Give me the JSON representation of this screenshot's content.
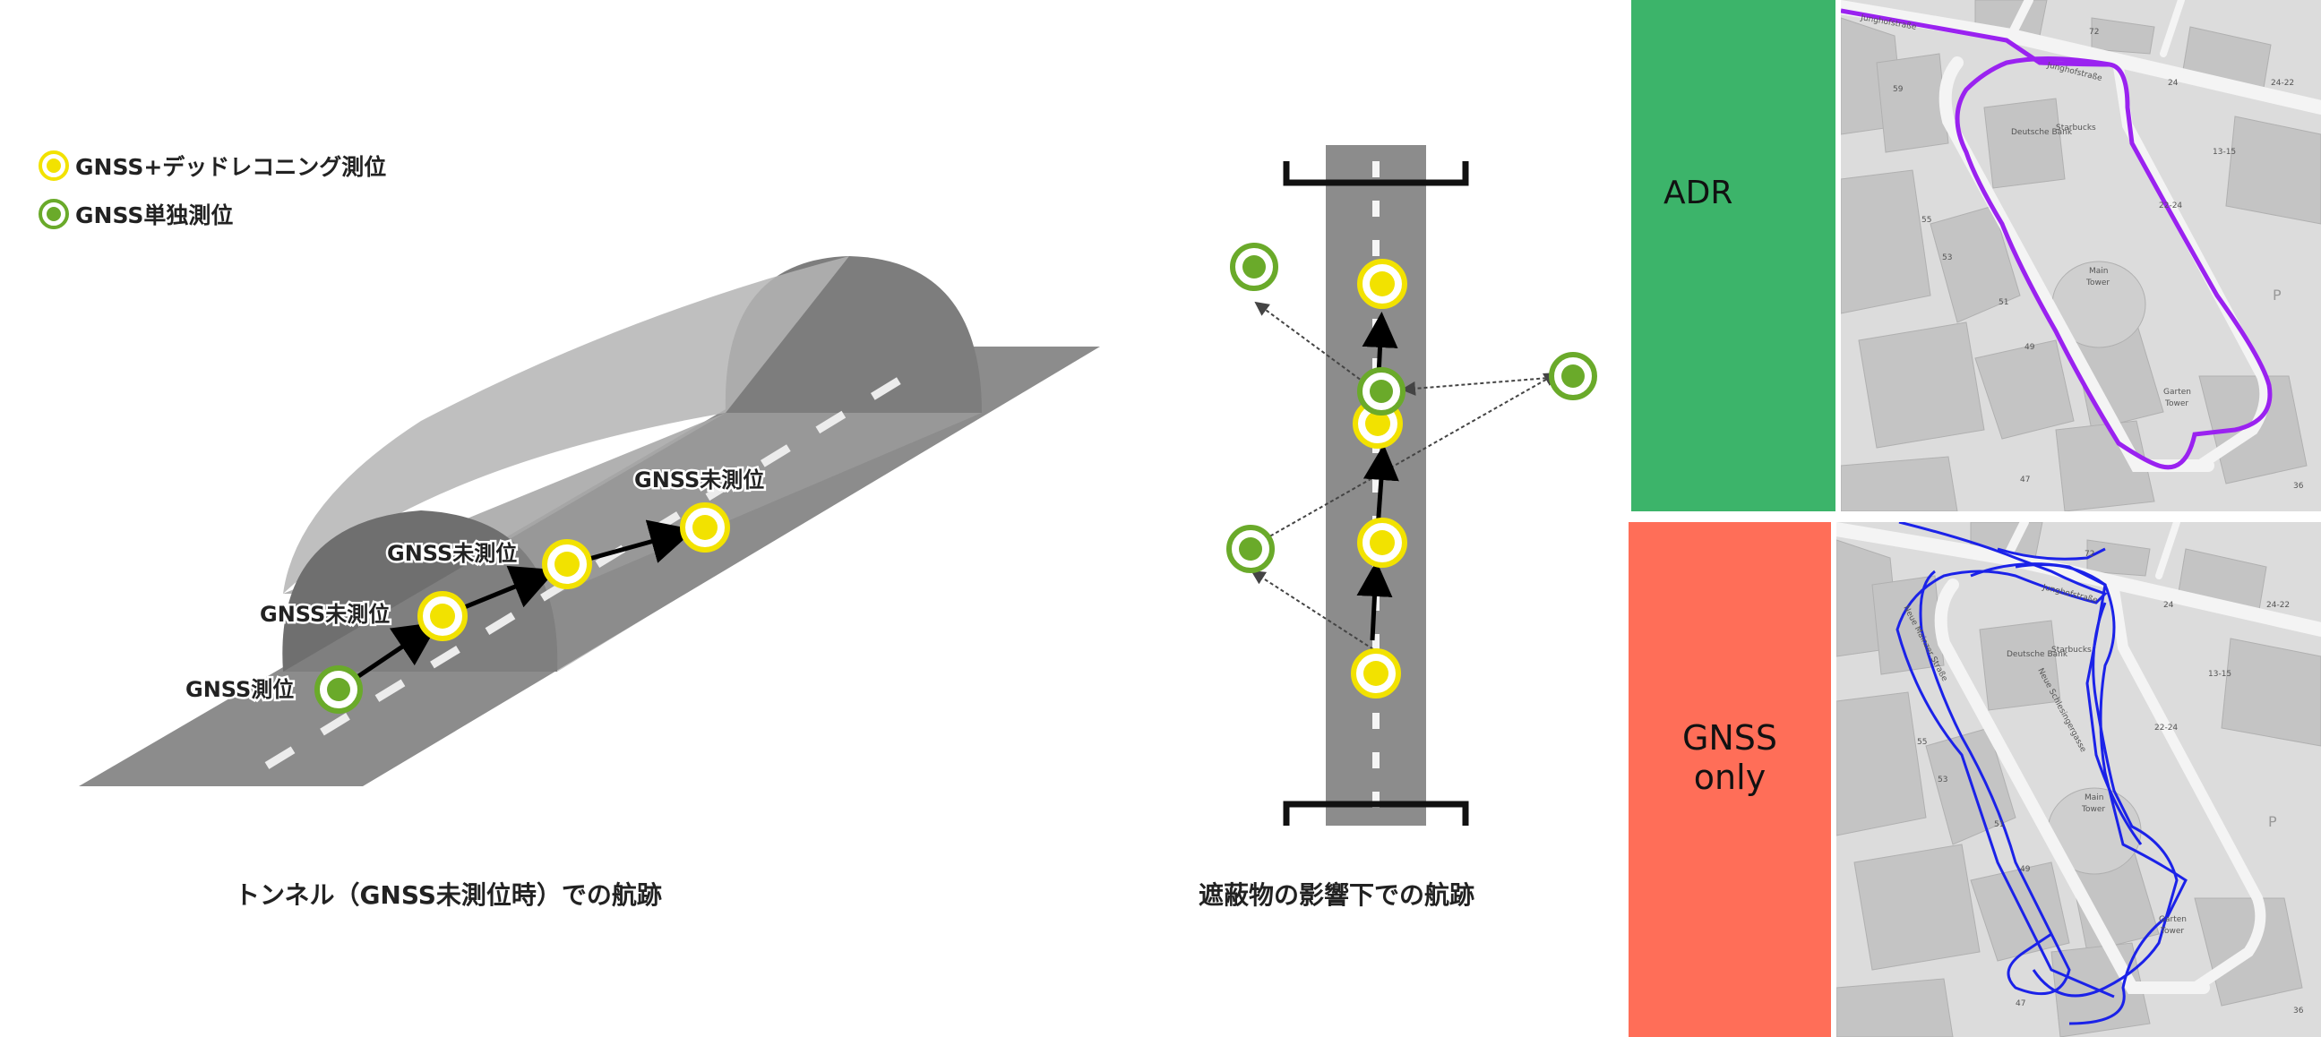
{
  "legend": {
    "yellow_label": "GNSS+デッドレコニング測位",
    "green_label": "GNSS単独測位"
  },
  "tunnel": {
    "caption": "トンネル（GNSS未測位時）での航跡",
    "labels": [
      "GNSS測位",
      "GNSS未測位",
      "GNSS未測位",
      "GNSS未測位"
    ]
  },
  "obstruction": {
    "caption": "遮蔽物の影響下での航跡"
  },
  "panels": {
    "adr_label": "ADR",
    "gnss_only_line1": "GNSS",
    "gnss_only_line2": "only"
  },
  "map": {
    "street_junghof_1": "Junghofstraße",
    "street_junghof_2": "Junghofstraße",
    "street_neue_mainzer": "Neue Mainzer Straße",
    "street_neue_schlesinger": "Neue Schlesingergasse",
    "poi_starbucks": "Starbucks",
    "poi_main_tower_1": "Main",
    "poi_main_tower_2": "Tower",
    "poi_garten_1": "Garten",
    "poi_garten_2": "Tower",
    "poi_deutsche": "Deutsche Bank",
    "num_72": "72",
    "num_24": "24",
    "num_2422": "24-22",
    "num_1315": "13-15",
    "num_2224": "22-24",
    "num_55": "55",
    "num_53": "53",
    "num_51": "51",
    "num_49": "49",
    "num_47": "47",
    "num_36": "36",
    "num_59": "59",
    "num_p": "P"
  },
  "colors": {
    "adr_panel": "#3cb46a",
    "gnss_panel": "#ff6e58",
    "adr_track": "#9a22f0",
    "gnss_track": "#1b22e8",
    "yellow_marker": "#f2e200",
    "green_marker": "#6aaa2a"
  }
}
